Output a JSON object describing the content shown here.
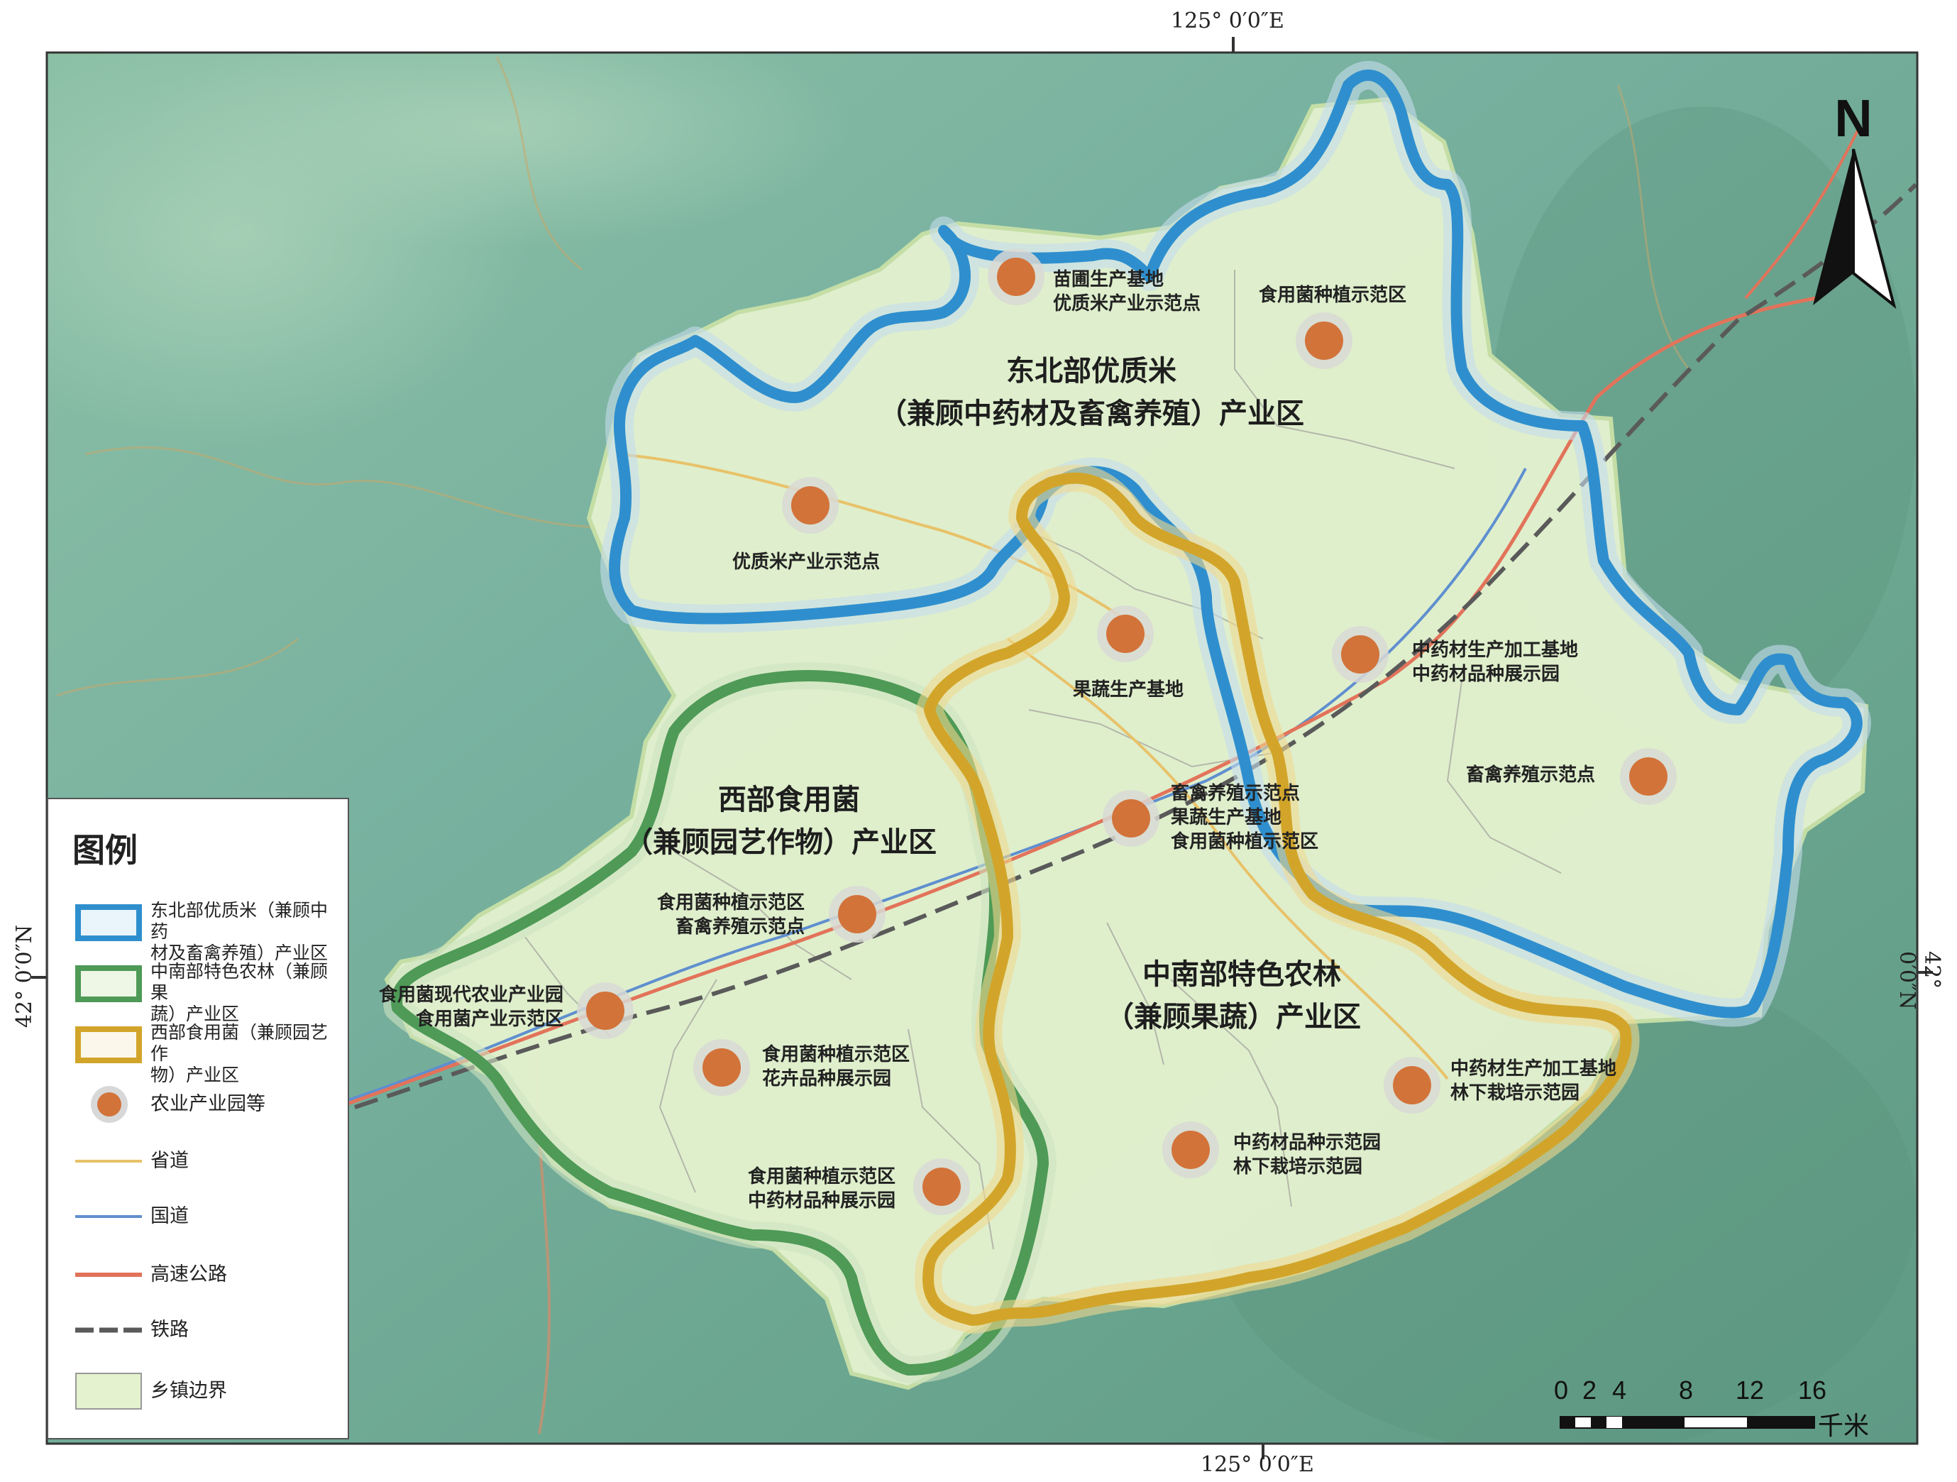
{
  "coordinates": {
    "top_longitude": "125° 0′0″E",
    "bottom_longitude": "125° 0′0″E",
    "left_latitude": "42° 0′0″N",
    "right_latitude": "42° 0′0″N"
  },
  "north_arrow": {
    "label": "N",
    "icon": "north-arrow-icon"
  },
  "zones": [
    {
      "id": "northeast",
      "line1": "东北部优质米",
      "line2": "（兼顾中药材及畜禽养殖）产业区",
      "color": "#2f8fce"
    },
    {
      "id": "west",
      "line1": "西部食用菌",
      "line2": "（兼顾园艺作物）产业区",
      "color": "#4e9a56"
    },
    {
      "id": "south-central",
      "line1": "中南部特色农林",
      "line2": "（兼顾果蔬）产业区",
      "color": "#d2a52a"
    }
  ],
  "sites": [
    {
      "lines": [
        "苗圃生产基地",
        "优质米产业示范点"
      ]
    },
    {
      "lines": [
        "食用菌种植示范区"
      ]
    },
    {
      "lines": [
        "优质米产业示范点"
      ]
    },
    {
      "lines": [
        "果蔬生产基地"
      ]
    },
    {
      "lines": [
        "中药材生产加工基地",
        "中药材品种展示园"
      ]
    },
    {
      "lines": [
        "畜禽养殖示范点"
      ]
    },
    {
      "lines": [
        "畜禽养殖示范点",
        "果蔬生产基地",
        "食用菌种植示范区"
      ]
    },
    {
      "lines": [
        "食用菌种植示范区",
        "畜禽养殖示范点"
      ]
    },
    {
      "lines": [
        "食用菌现代农业产业园",
        "食用菌产业示范区"
      ]
    },
    {
      "lines": [
        "食用菌种植示范区",
        "花卉品种展示园"
      ]
    },
    {
      "lines": [
        "食用菌种植示范区",
        "中药材品种展示园"
      ]
    },
    {
      "lines": [
        "中药材品种示范园",
        "林下栽培示范园"
      ]
    },
    {
      "lines": [
        "中药材生产加工基地",
        "林下栽培示范园"
      ]
    }
  ],
  "legend": {
    "title": "图例",
    "items": [
      {
        "lines": [
          "东北部优质米（兼顾中药",
          "材及畜禽养殖）产业区"
        ]
      },
      {
        "lines": [
          "中南部特色农林（兼顾果",
          "蔬）产业区"
        ]
      },
      {
        "lines": [
          "西部食用菌（兼顾园艺作",
          "物）产业区"
        ]
      },
      {
        "lines": [
          "农业产业园等"
        ]
      },
      {
        "lines": [
          "省道"
        ]
      },
      {
        "lines": [
          "国道"
        ]
      },
      {
        "lines": [
          "高速公路"
        ]
      },
      {
        "lines": [
          "铁路"
        ]
      },
      {
        "lines": [
          "乡镇边界"
        ]
      }
    ]
  },
  "scale_bar": {
    "ticks": [
      "0",
      "2",
      "4",
      "8",
      "12",
      "16"
    ],
    "unit": "千米"
  },
  "colors": {
    "terrain": "#6fa897",
    "region_fill": "#e4f2cf",
    "northeast": "#2f8fce",
    "west": "#4e9a56",
    "south_central": "#d2a52a",
    "site_dot": "#d2733a",
    "provincial_road": "#e8c26a",
    "national_road": "#5f8fcf",
    "expressway": "#e2735a",
    "railway": "#666666"
  }
}
